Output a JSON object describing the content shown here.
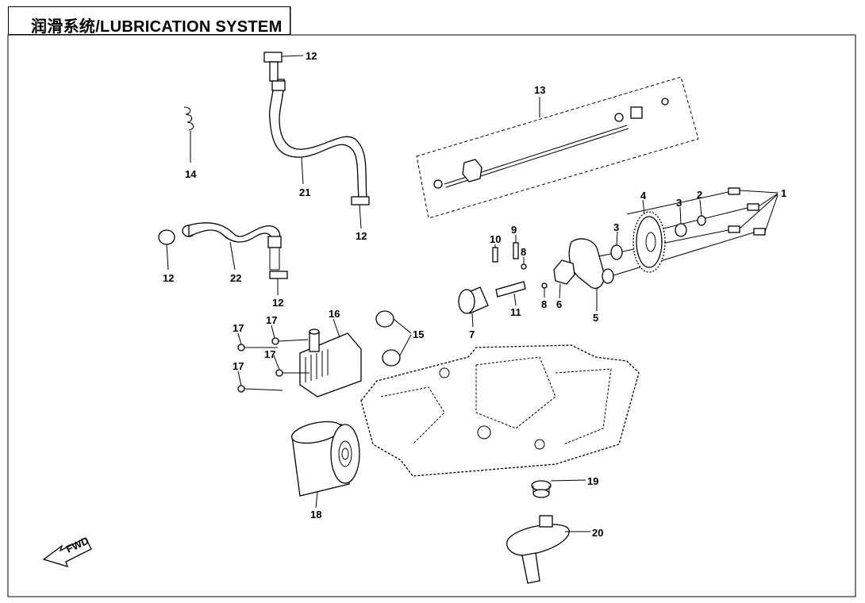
{
  "title": "润滑系统/LUBRICATION SYSTEM",
  "fwd_label": "FWD",
  "callouts": [
    {
      "id": "c12a",
      "text": "12"
    },
    {
      "id": "c13",
      "text": "13"
    },
    {
      "id": "c14",
      "text": "14"
    },
    {
      "id": "c21",
      "text": "21"
    },
    {
      "id": "c12b",
      "text": "12"
    },
    {
      "id": "c4",
      "text": "4"
    },
    {
      "id": "c3a",
      "text": "3"
    },
    {
      "id": "c2",
      "text": "2"
    },
    {
      "id": "c1",
      "text": "1"
    },
    {
      "id": "c3b",
      "text": "3"
    },
    {
      "id": "c10",
      "text": "10"
    },
    {
      "id": "c9",
      "text": "9"
    },
    {
      "id": "c8a",
      "text": "8"
    },
    {
      "id": "c12c",
      "text": "12"
    },
    {
      "id": "c22",
      "text": "22"
    },
    {
      "id": "c12d",
      "text": "12"
    },
    {
      "id": "c8b",
      "text": "8"
    },
    {
      "id": "c6",
      "text": "6"
    },
    {
      "id": "c11",
      "text": "11"
    },
    {
      "id": "c5",
      "text": "5"
    },
    {
      "id": "c7",
      "text": "7"
    },
    {
      "id": "c16",
      "text": "16"
    },
    {
      "id": "c15",
      "text": "15"
    },
    {
      "id": "c17a",
      "text": "17"
    },
    {
      "id": "c17b",
      "text": "17"
    },
    {
      "id": "c17c",
      "text": "17"
    },
    {
      "id": "c18",
      "text": "18"
    },
    {
      "id": "c19",
      "text": "19"
    },
    {
      "id": "c20",
      "text": "20"
    }
  ]
}
